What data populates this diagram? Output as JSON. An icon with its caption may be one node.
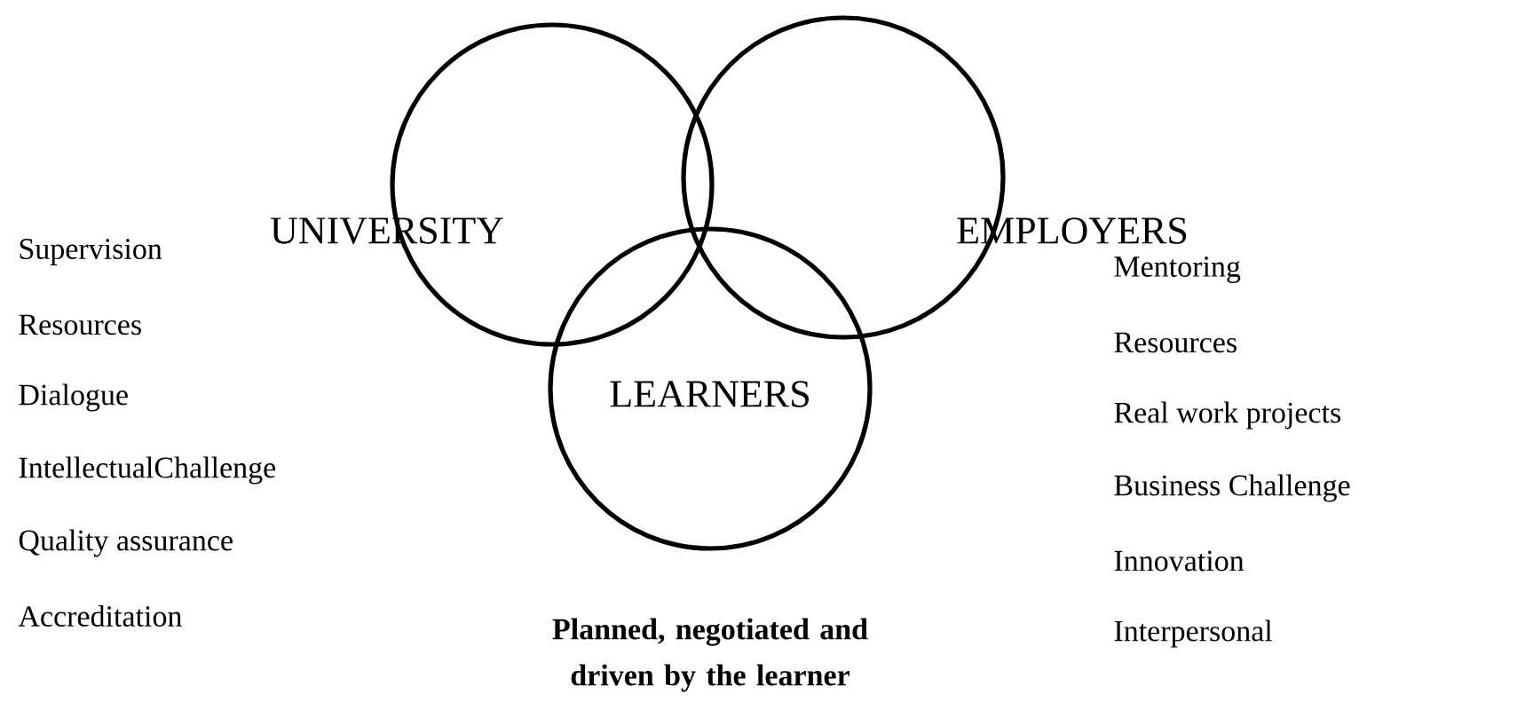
{
  "diagram": {
    "nodes": [
      {
        "text": [
          "UNIVERSITY"
        ]
      },
      {
        "text": [
          "EMPLOYERS"
        ]
      },
      {
        "text": [
          "LEARNERS"
        ]
      }
    ],
    "labels": [
      "Supervision",
      "Resources",
      "Dialogue",
      "IntellectualChallenge",
      "Quality assurance",
      "Accreditation",
      "Mentoring",
      "Resources",
      "Real work projects",
      "Business Challenge",
      "Innovation",
      "Interpersonal",
      "Planned, negotiated and driven by the learner"
    ]
  }
}
